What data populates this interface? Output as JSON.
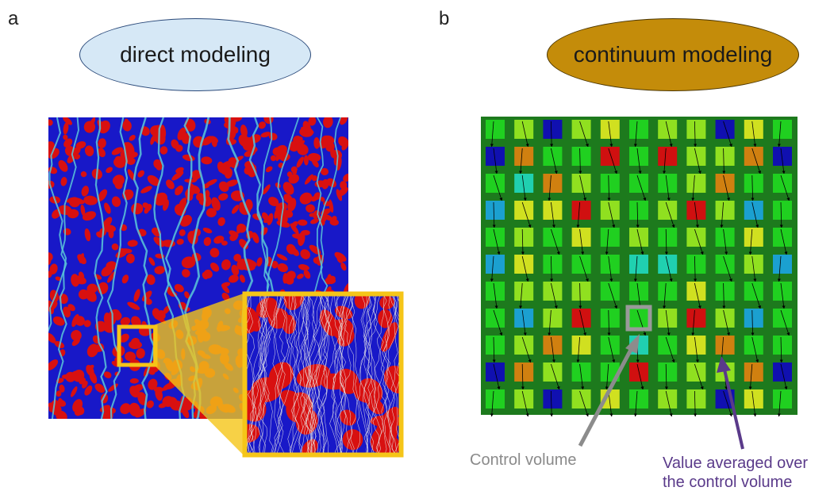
{
  "panel_a": {
    "letter": "a",
    "title": "direct modeling",
    "colors": {
      "solid": "#d81010",
      "pore": "#1818c8",
      "flow": "#5ac8d8",
      "zoom_frame": "#f5c518",
      "streamline": "#e8e8e8"
    }
  },
  "panel_b": {
    "letter": "b",
    "title": "continuum modeling",
    "colors": {
      "grid": "#1d7a1d",
      "palette": [
        "#1010b0",
        "#1ba0d0",
        "#20d0b0",
        "#20d020",
        "#90e020",
        "#d0e020",
        "#d08010",
        "#d01010"
      ],
      "control_volume": "#9a9a9a",
      "arrow_purple": "#5a3a8a"
    },
    "grid_values": [
      [
        3,
        4,
        0,
        4,
        5,
        3,
        4,
        4,
        0,
        5,
        3
      ],
      [
        0,
        6,
        3,
        3,
        7,
        3,
        7,
        4,
        4,
        6,
        0
      ],
      [
        3,
        2,
        6,
        4,
        3,
        3,
        3,
        4,
        6,
        3,
        3
      ],
      [
        1,
        5,
        5,
        7,
        4,
        3,
        4,
        7,
        4,
        1,
        3
      ],
      [
        3,
        4,
        3,
        5,
        3,
        4,
        3,
        4,
        3,
        5,
        3
      ],
      [
        1,
        5,
        3,
        3,
        3,
        2,
        2,
        3,
        3,
        4,
        1
      ],
      [
        3,
        4,
        4,
        4,
        3,
        3,
        3,
        5,
        3,
        3,
        3
      ],
      [
        3,
        1,
        4,
        7,
        3,
        3,
        4,
        7,
        4,
        1,
        3
      ],
      [
        3,
        4,
        6,
        5,
        3,
        2,
        3,
        5,
        6,
        3,
        3
      ],
      [
        0,
        6,
        4,
        3,
        3,
        7,
        3,
        4,
        4,
        6,
        0
      ],
      [
        3,
        4,
        0,
        4,
        5,
        3,
        4,
        4,
        0,
        5,
        3
      ]
    ],
    "control_volume_label": "Control volume",
    "average_label_line1": "Value averaged over",
    "average_label_line2": "the control volume"
  }
}
